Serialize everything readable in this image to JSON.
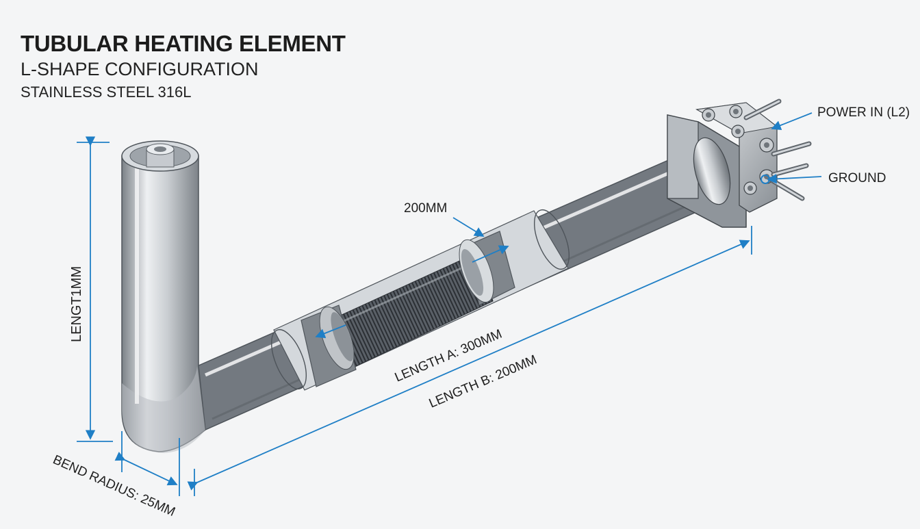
{
  "title": "TUBULAR HEATING ELEMENT",
  "subtitle": "L-SHAPE CONFIGURATION",
  "material": "STAINLESS STEEL 316L",
  "labels": {
    "vertical_length": "LENGT1MM",
    "segment": "200MM",
    "length_a": "LENGTH A: 300MM",
    "length_b": "LENGTH B: 200MM",
    "bend_radius": "BEND RADIUS: 25MM",
    "power_in": "POWER IN (L2)",
    "ground": "GROUND"
  },
  "colors": {
    "dimension": "#1f7fc6",
    "steel_light": "#f2f4f6",
    "steel_dark": "#6f757b",
    "background": "#f4f5f6"
  }
}
